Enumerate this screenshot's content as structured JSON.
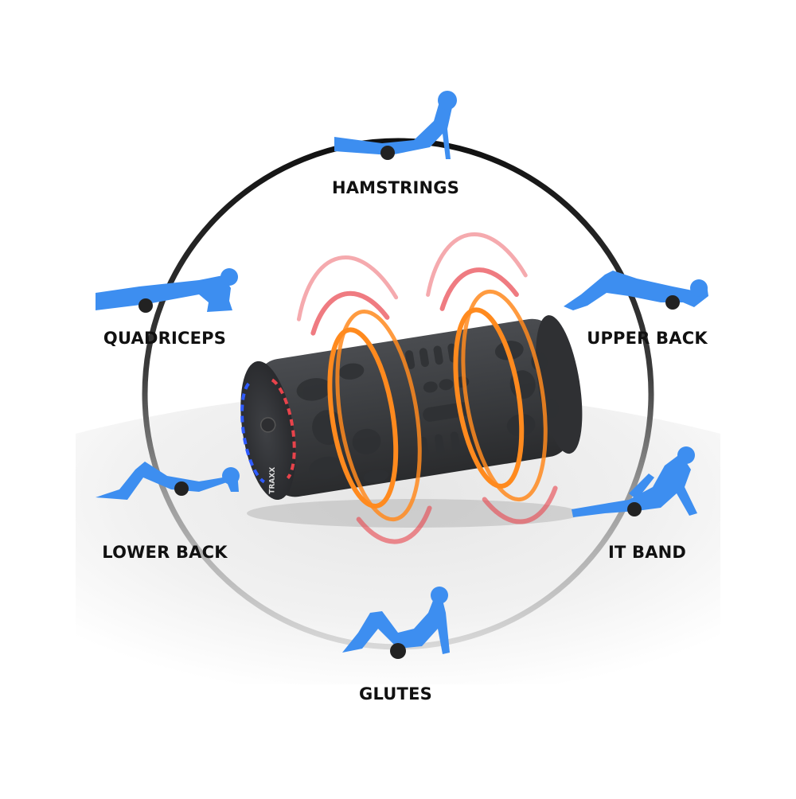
{
  "product": {
    "brand_mark": "TRAXX"
  },
  "exercises": [
    {
      "label": "HAMSTRINGS",
      "icon": "hamstrings-stretch-figure"
    },
    {
      "label": "QUADRICEPS",
      "icon": "quadriceps-plank-figure"
    },
    {
      "label": "UPPER BACK",
      "icon": "upper-back-bridge-figure"
    },
    {
      "label": "LOWER BACK",
      "icon": "lower-back-bridge-figure"
    },
    {
      "label": "IT BAND",
      "icon": "it-band-side-figure"
    },
    {
      "label": "GLUTES",
      "icon": "glutes-seated-figure"
    }
  ],
  "colors": {
    "figure": "#3d8ef0",
    "ring_dark": "#1a1a1a",
    "ring_light": "#bdbdbd",
    "roller": "#3b3d40",
    "heat_orange": "#ff8a1e",
    "heat_red": "#e8434b",
    "led_blue": "#2f5bff"
  }
}
